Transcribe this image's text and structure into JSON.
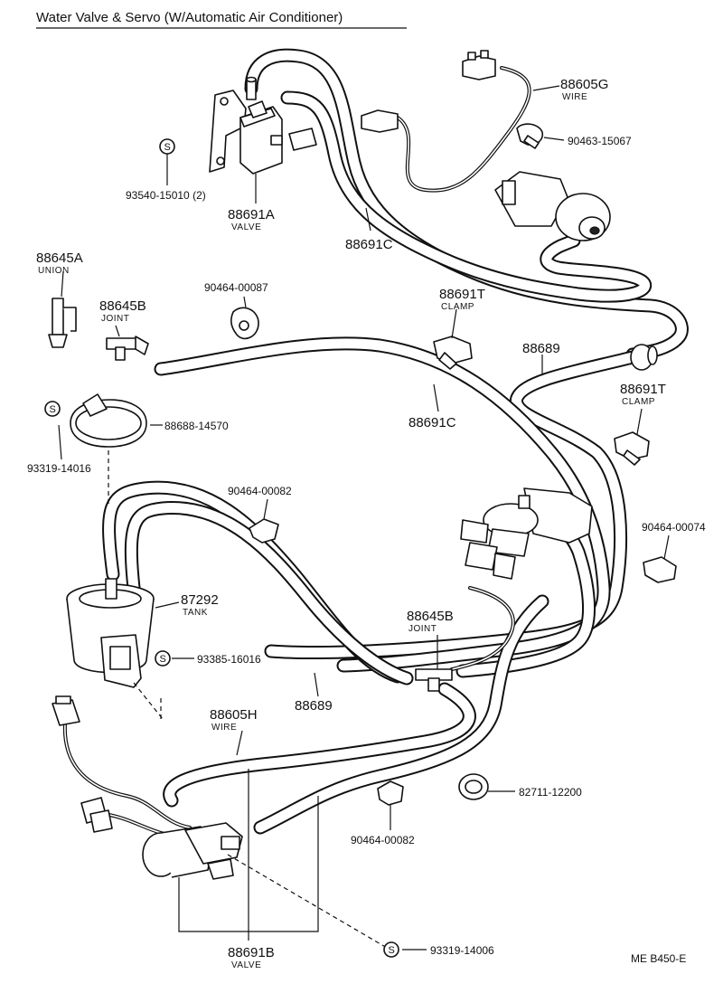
{
  "title": "Water Valve & Servo (W/Automatic Air Conditioner)",
  "footer_code": "ME  B450-E",
  "s_symbol": "S",
  "parts": {
    "wire_88605g": {
      "number": "88605G",
      "desc": "WIRE"
    },
    "clamp_90463_15067": {
      "number": "90463-15067"
    },
    "screw_93540": {
      "number": "93540-15010 (2)"
    },
    "valve_88691a": {
      "number": "88691A",
      "desc": "VALVE"
    },
    "hose_88691c_top": {
      "number": "88691C"
    },
    "union_88645a": {
      "number": "88645A",
      "desc": "UNION"
    },
    "joint_88645b_top": {
      "number": "88645B",
      "desc": "JOINT"
    },
    "clip_90464_00087": {
      "number": "90464-00087"
    },
    "clamp_88691t_top": {
      "number": "88691T",
      "desc": "CLAMP"
    },
    "hose_88689_right": {
      "number": "88689"
    },
    "clamp_88691t_right": {
      "number": "88691T",
      "desc": "CLAMP"
    },
    "band_88688": {
      "number": "88688-14570"
    },
    "hose_88691c_mid": {
      "number": "88691C"
    },
    "screw_93319_14016": {
      "number": "93319-14016"
    },
    "clip_90464_00082_top": {
      "number": "90464-00082"
    },
    "clip_90464_00074": {
      "number": "90464-00074"
    },
    "tank_87292": {
      "number": "87292",
      "desc": "TANK"
    },
    "screw_93385": {
      "number": "93385-16016"
    },
    "joint_88645b_bottom": {
      "number": "88645B",
      "desc": "JOINT"
    },
    "wire_88605h": {
      "number": "88605H",
      "desc": "WIRE"
    },
    "hose_88689_bottom": {
      "number": "88689"
    },
    "clamp_82711": {
      "number": "82711-12200"
    },
    "clip_90464_00082_bottom": {
      "number": "90464-00082"
    },
    "valve_88691b": {
      "number": "88691B",
      "desc": "VALVE"
    },
    "screw_93319_14006": {
      "number": "93319-14006"
    }
  }
}
